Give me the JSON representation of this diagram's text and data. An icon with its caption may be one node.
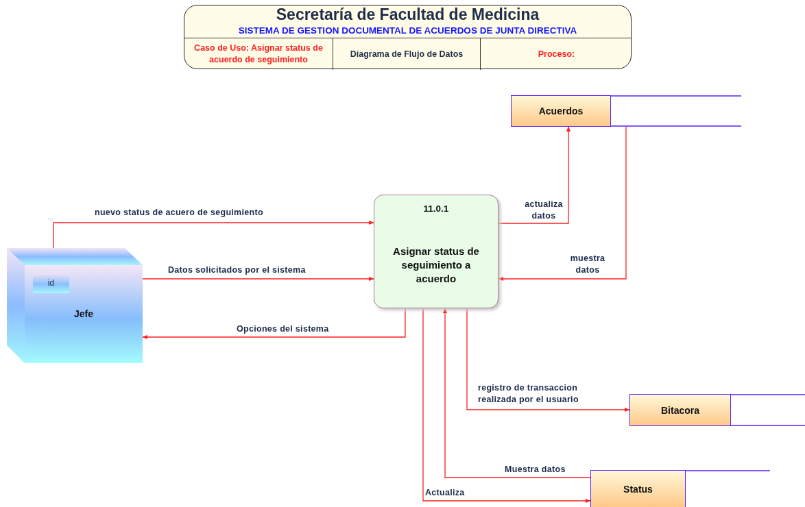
{
  "diagram": {
    "nodes": [
      {
        "text": [
          "Secretaría de Facultad de Medicina",
          "SISTEMA DE GESTION DOCUMENTAL DE ACUERDOS DE JUNTA DIRECTIVA"
        ]
      },
      {
        "text": [
          "Caso de Uso: Asignar status de acuerdo de seguimiento"
        ],
        "in": 0
      },
      {
        "text": [
          "Diagrama de Flujo de Datos"
        ],
        "in": 0
      },
      {
        "text": [
          "Proceso:"
        ],
        "in": 0
      },
      {
        "text": [
          "Jefe"
        ]
      },
      {
        "text": [
          "id"
        ],
        "in": 4
      },
      {
        "text": [
          "11.0.1",
          "Asignar status de seguimiento a acuerdo"
        ]
      },
      {
        "text": [
          "Acuerdos"
        ]
      },
      {
        "text": [
          "Bitacora"
        ]
      },
      {
        "text": [
          "Status"
        ]
      }
    ],
    "edges": [
      {
        "from": 4,
        "to": 6,
        "arrow": "to",
        "label": "nuevo status de acuero de seguimiento"
      },
      {
        "from": 4,
        "to": 6,
        "arrow": "to",
        "label": "Datos solicitados por el sistema"
      },
      {
        "from": 6,
        "to": 4,
        "arrow": "to",
        "label": "Opciones del sistema"
      },
      {
        "from": 6,
        "to": 7,
        "arrow": "to",
        "label": "actualiza datos"
      },
      {
        "from": 7,
        "to": 6,
        "arrow": "to",
        "label": "muestra datos"
      },
      {
        "from": 6,
        "to": 8,
        "arrow": "to",
        "label": "registro de transaccion realizada por el usuario"
      },
      {
        "from": 9,
        "to": 6,
        "arrow": "to",
        "label": "Muestra datos"
      },
      {
        "from": 6,
        "to": 9,
        "arrow": "to",
        "label": "Actualiza"
      }
    ]
  }
}
